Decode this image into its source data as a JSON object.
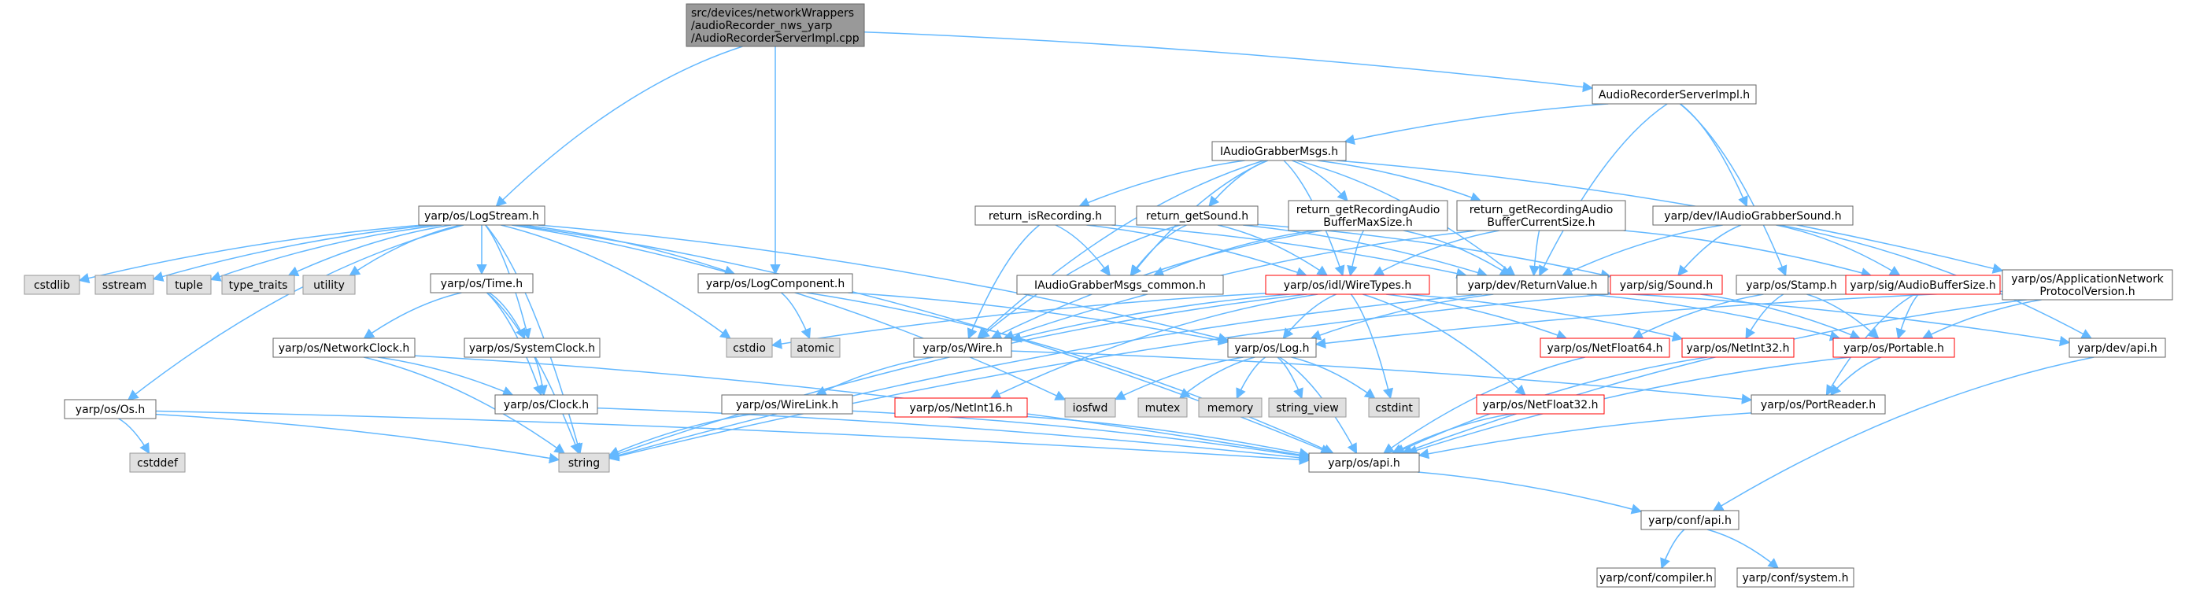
{
  "colors": {
    "edge": "#63b8ff",
    "node_border": "#666666",
    "node_fill": "#ffffff",
    "root_fill": "#999999",
    "system_fill": "#e0e0e0",
    "system_border": "#999999",
    "truncated_border": "#ff0000"
  },
  "nodes": {
    "root": {
      "lines": [
        "src/devices/networkWrappers",
        "/audioRecorder_nws_yarp",
        "/AudioRecorderServerImpl.cpp"
      ],
      "kind": "root"
    },
    "audiorecorderserverimpl": {
      "lines": [
        "AudioRecorderServerImpl.h"
      ],
      "kind": "normal"
    },
    "iaudiograbbermsgs": {
      "lines": [
        "IAudioGrabberMsgs.h"
      ],
      "kind": "normal"
    },
    "logstream": {
      "lines": [
        "yarp/os/LogStream.h"
      ],
      "kind": "normal"
    },
    "logcomponent": {
      "lines": [
        "yarp/os/LogComponent.h"
      ],
      "kind": "normal"
    },
    "return_isrecording": {
      "lines": [
        "return_isRecording.h"
      ],
      "kind": "normal"
    },
    "return_getsound": {
      "lines": [
        "return_getSound.h"
      ],
      "kind": "normal"
    },
    "return_getrecmax": {
      "lines": [
        "return_getRecordingAudio",
        "BufferMaxSize.h"
      ],
      "kind": "normal"
    },
    "return_getreccur": {
      "lines": [
        "return_getRecordingAudio",
        "BufferCurrentSize.h"
      ],
      "kind": "normal"
    },
    "iaudiograbbersound": {
      "lines": [
        "yarp/dev/IAudioGrabberSound.h"
      ],
      "kind": "normal"
    },
    "cstdlib": {
      "lines": [
        "cstdlib"
      ],
      "kind": "system"
    },
    "sstream": {
      "lines": [
        "sstream"
      ],
      "kind": "system"
    },
    "tuple": {
      "lines": [
        "tuple"
      ],
      "kind": "system"
    },
    "type_traits": {
      "lines": [
        "type_traits"
      ],
      "kind": "system"
    },
    "utility": {
      "lines": [
        "utility"
      ],
      "kind": "system"
    },
    "time": {
      "lines": [
        "yarp/os/Time.h"
      ],
      "kind": "normal"
    },
    "iagm_common": {
      "lines": [
        "IAudioGrabberMsgs_common.h"
      ],
      "kind": "normal"
    },
    "wiretypes": {
      "lines": [
        "yarp/os/idl/WireTypes.h"
      ],
      "kind": "truncated"
    },
    "returnvalue": {
      "lines": [
        "yarp/dev/ReturnValue.h"
      ],
      "kind": "normal"
    },
    "sound": {
      "lines": [
        "yarp/sig/Sound.h"
      ],
      "kind": "truncated"
    },
    "stamp": {
      "lines": [
        "yarp/os/Stamp.h"
      ],
      "kind": "normal"
    },
    "audiobuffersize": {
      "lines": [
        "yarp/sig/AudioBufferSize.h"
      ],
      "kind": "truncated"
    },
    "appnetproto": {
      "lines": [
        "yarp/os/ApplicationNetwork",
        "ProtocolVersion.h"
      ],
      "kind": "normal"
    },
    "networkclock": {
      "lines": [
        "yarp/os/NetworkClock.h"
      ],
      "kind": "normal"
    },
    "systemclock": {
      "lines": [
        "yarp/os/SystemClock.h"
      ],
      "kind": "normal"
    },
    "cstdio": {
      "lines": [
        "cstdio"
      ],
      "kind": "system"
    },
    "atomic": {
      "lines": [
        "atomic"
      ],
      "kind": "system"
    },
    "wire": {
      "lines": [
        "yarp/os/Wire.h"
      ],
      "kind": "normal"
    },
    "log": {
      "lines": [
        "yarp/os/Log.h"
      ],
      "kind": "normal"
    },
    "netfloat64": {
      "lines": [
        "yarp/os/NetFloat64.h"
      ],
      "kind": "truncated"
    },
    "netint32": {
      "lines": [
        "yarp/os/NetInt32.h"
      ],
      "kind": "truncated"
    },
    "portable": {
      "lines": [
        "yarp/os/Portable.h"
      ],
      "kind": "truncated"
    },
    "devapi": {
      "lines": [
        "yarp/dev/api.h"
      ],
      "kind": "normal"
    },
    "os": {
      "lines": [
        "yarp/os/Os.h"
      ],
      "kind": "normal"
    },
    "clock": {
      "lines": [
        "yarp/os/Clock.h"
      ],
      "kind": "normal"
    },
    "wirelink": {
      "lines": [
        "yarp/os/WireLink.h"
      ],
      "kind": "normal"
    },
    "netint16": {
      "lines": [
        "yarp/os/NetInt16.h"
      ],
      "kind": "truncated"
    },
    "iosfwd": {
      "lines": [
        "iosfwd"
      ],
      "kind": "system"
    },
    "mutex": {
      "lines": [
        "mutex"
      ],
      "kind": "system"
    },
    "memory": {
      "lines": [
        "memory"
      ],
      "kind": "system"
    },
    "string_view": {
      "lines": [
        "string_view"
      ],
      "kind": "system"
    },
    "cstdint": {
      "lines": [
        "cstdint"
      ],
      "kind": "system"
    },
    "netfloat32": {
      "lines": [
        "yarp/os/NetFloat32.h"
      ],
      "kind": "truncated"
    },
    "portreader": {
      "lines": [
        "yarp/os/PortReader.h"
      ],
      "kind": "normal"
    },
    "cstddef": {
      "lines": [
        "cstddef"
      ],
      "kind": "system"
    },
    "string": {
      "lines": [
        "string"
      ],
      "kind": "system"
    },
    "osapi": {
      "lines": [
        "yarp/os/api.h"
      ],
      "kind": "normal"
    },
    "confapi": {
      "lines": [
        "yarp/conf/api.h"
      ],
      "kind": "normal"
    },
    "compiler": {
      "lines": [
        "yarp/conf/compiler.h"
      ],
      "kind": "normal"
    },
    "system": {
      "lines": [
        "yarp/conf/system.h"
      ],
      "kind": "normal"
    }
  },
  "edges": [
    [
      "root",
      "audiorecorderserverimpl"
    ],
    [
      "root",
      "logstream"
    ],
    [
      "root",
      "logcomponent"
    ],
    [
      "audiorecorderserverimpl",
      "iaudiograbbermsgs"
    ],
    [
      "audiorecorderserverimpl",
      "returnvalue"
    ],
    [
      "audiorecorderserverimpl",
      "iaudiograbbersound"
    ],
    [
      "audiorecorderserverimpl",
      "stamp"
    ],
    [
      "iaudiograbbermsgs",
      "return_isrecording"
    ],
    [
      "iaudiograbbermsgs",
      "return_getsound"
    ],
    [
      "iaudiograbbermsgs",
      "return_getrecmax"
    ],
    [
      "iaudiograbbermsgs",
      "return_getreccur"
    ],
    [
      "iaudiograbbermsgs",
      "iagm_common"
    ],
    [
      "iaudiograbbermsgs",
      "wiretypes"
    ],
    [
      "iaudiograbbermsgs",
      "returnvalue"
    ],
    [
      "iaudiograbbermsgs",
      "wire"
    ],
    [
      "iaudiograbbermsgs",
      "appnetproto"
    ],
    [
      "return_isrecording",
      "iagm_common"
    ],
    [
      "return_isrecording",
      "wire"
    ],
    [
      "return_isrecording",
      "wiretypes"
    ],
    [
      "return_isrecording",
      "returnvalue"
    ],
    [
      "return_getsound",
      "iagm_common"
    ],
    [
      "return_getsound",
      "wire"
    ],
    [
      "return_getsound",
      "wiretypes"
    ],
    [
      "return_getsound",
      "returnvalue"
    ],
    [
      "return_getsound",
      "sound"
    ],
    [
      "return_getrecmax",
      "iagm_common"
    ],
    [
      "return_getrecmax",
      "wire"
    ],
    [
      "return_getrecmax",
      "wiretypes"
    ],
    [
      "return_getrecmax",
      "returnvalue"
    ],
    [
      "return_getreccur",
      "wire"
    ],
    [
      "return_getreccur",
      "wiretypes"
    ],
    [
      "return_getreccur",
      "returnvalue"
    ],
    [
      "return_getreccur",
      "audiobuffersize"
    ],
    [
      "iaudiograbbersound",
      "returnvalue"
    ],
    [
      "iaudiograbbersound",
      "sound"
    ],
    [
      "iaudiograbbersound",
      "audiobuffersize"
    ],
    [
      "iaudiograbbersound",
      "devapi"
    ],
    [
      "logstream",
      "cstdlib"
    ],
    [
      "logstream",
      "sstream"
    ],
    [
      "logstream",
      "tuple"
    ],
    [
      "logstream",
      "type_traits"
    ],
    [
      "logstream",
      "utility"
    ],
    [
      "logstream",
      "time"
    ],
    [
      "logstream",
      "logcomponent"
    ],
    [
      "logstream",
      "systemclock"
    ],
    [
      "logstream",
      "cstdio"
    ],
    [
      "logstream",
      "log"
    ],
    [
      "logstream",
      "os"
    ],
    [
      "logstream",
      "string"
    ],
    [
      "logstream",
      "iosfwd"
    ],
    [
      "logstream",
      "osapi"
    ],
    [
      "logcomponent",
      "atomic"
    ],
    [
      "logcomponent",
      "log"
    ],
    [
      "logcomponent",
      "osapi"
    ],
    [
      "time",
      "networkclock"
    ],
    [
      "time",
      "systemclock"
    ],
    [
      "time",
      "clock"
    ],
    [
      "time",
      "string"
    ],
    [
      "networkclock",
      "clock"
    ],
    [
      "networkclock",
      "string"
    ],
    [
      "networkclock",
      "osapi"
    ],
    [
      "systemclock",
      "clock"
    ],
    [
      "clock",
      "osapi"
    ],
    [
      "os",
      "cstddef"
    ],
    [
      "os",
      "string"
    ],
    [
      "os",
      "osapi"
    ],
    [
      "wiretypes",
      "cstdio"
    ],
    [
      "wiretypes",
      "wire"
    ],
    [
      "wiretypes",
      "log"
    ],
    [
      "wiretypes",
      "netint16"
    ],
    [
      "wiretypes",
      "netfloat64"
    ],
    [
      "wiretypes",
      "netint32"
    ],
    [
      "wiretypes",
      "netfloat32"
    ],
    [
      "wiretypes",
      "cstdint"
    ],
    [
      "wiretypes",
      "string"
    ],
    [
      "returnvalue",
      "log"
    ],
    [
      "returnvalue",
      "portable"
    ],
    [
      "returnvalue",
      "string"
    ],
    [
      "returnvalue",
      "devapi"
    ],
    [
      "wire",
      "wirelink"
    ],
    [
      "wire",
      "portreader"
    ],
    [
      "wirelink",
      "string"
    ],
    [
      "wirelink",
      "osapi"
    ],
    [
      "log",
      "iosfwd"
    ],
    [
      "log",
      "mutex"
    ],
    [
      "log",
      "memory"
    ],
    [
      "log",
      "string_view"
    ],
    [
      "log",
      "cstdint"
    ],
    [
      "log",
      "osapi"
    ],
    [
      "sound",
      "portable"
    ],
    [
      "sound",
      "string"
    ],
    [
      "stamp",
      "netfloat64"
    ],
    [
      "stamp",
      "netint32"
    ],
    [
      "stamp",
      "portable"
    ],
    [
      "audiobuffersize",
      "portable"
    ],
    [
      "audiobuffersize",
      "portreader"
    ],
    [
      "appnetproto",
      "log"
    ],
    [
      "appnetproto",
      "portable"
    ],
    [
      "appnetproto",
      "osapi"
    ],
    [
      "netfloat64",
      "osapi"
    ],
    [
      "netint32",
      "osapi"
    ],
    [
      "netint16",
      "osapi"
    ],
    [
      "netfloat32",
      "osapi"
    ],
    [
      "portable",
      "portreader"
    ],
    [
      "portable",
      "osapi"
    ],
    [
      "portreader",
      "osapi"
    ],
    [
      "devapi",
      "confapi"
    ],
    [
      "osapi",
      "confapi"
    ],
    [
      "confapi",
      "compiler"
    ],
    [
      "confapi",
      "system"
    ]
  ]
}
